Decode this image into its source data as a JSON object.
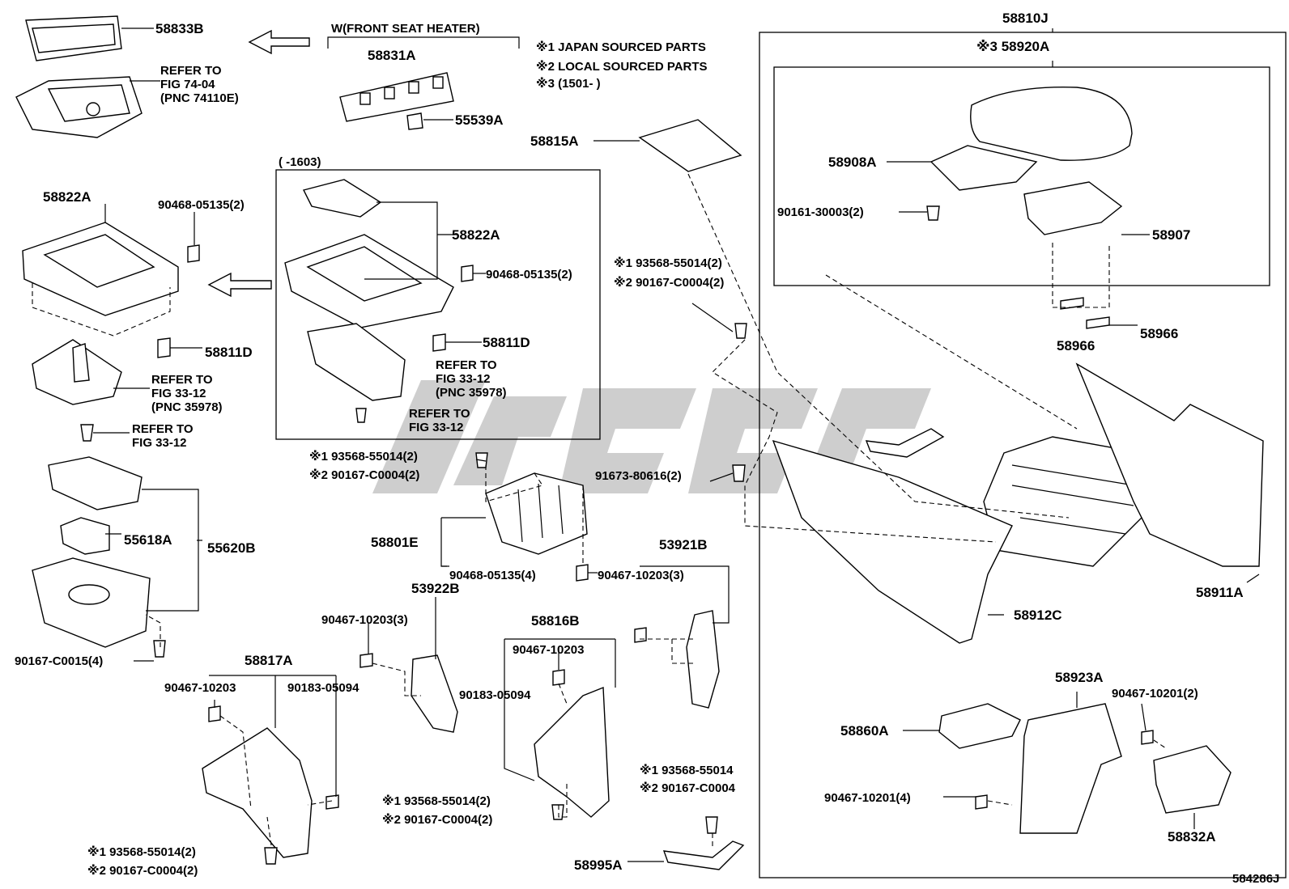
{
  "notes": {
    "line1": "※1 JAPAN SOURCED PARTS",
    "line2": "※2 LOCAL SOURCED PARTS",
    "line3": "※3 (1501-        )"
  },
  "range_label": "(      -1603)",
  "w_label": "W(FRONT SEAT HEATER)",
  "diagram_id": "584286J",
  "labels": {
    "p58833B": "58833B",
    "refer_74_1": "REFER TO",
    "refer_74_2": "FIG 74-04",
    "refer_74_3": "(PNC 74110E)",
    "p58831A": "58831A",
    "p55539A": "55539A",
    "p58810J": "58810J",
    "p58920A": "※3 58920A",
    "p58815A": "58815A",
    "p58908A": "58908A",
    "p90161": "90161-30003(2)",
    "p58907": "58907",
    "p58822A_left": "58822A",
    "p90468_left": "90468-05135(2)",
    "p58822A_box": "58822A",
    "p90468_box": "90468-05135(2)",
    "p58811D_box": "58811D",
    "refer_box_1": "REFER TO",
    "refer_box_2": "FIG 33-12",
    "refer_box_3": "(PNC 35978)",
    "refer_box_4": "REFER TO",
    "refer_box_5": "FIG 33-12",
    "p58811D_left": "58811D",
    "refer_left_1": "REFER TO",
    "refer_left_2": "FIG 33-12",
    "refer_left_3": "(PNC 35978)",
    "refer_left_4": "REFER TO",
    "refer_left_5": "FIG 33-12",
    "p93568_a1": "※1 93568-55014(2)",
    "p90167_a2": "※2 90167-C0004(2)",
    "p58966_a": "58966",
    "p58966_b": "58966",
    "p93568_b1": "※1 93568-55014(2)",
    "p90167_b2": "※2 90167-C0004(2)",
    "p91673": "91673-80616(2)",
    "p58801E": "58801E",
    "p90468_mid": "90468-05135(4)",
    "p90467_mid": "90467-10203(3)",
    "p53921B": "53921B",
    "p55618A": "55618A",
    "p55620B": "55620B",
    "p90167_c15": "90167-C0015(4)",
    "p53922B": "53922B",
    "p90467_left3": "90467-10203(3)",
    "p58817A": "58817A",
    "p90467_817": "90467-10203",
    "p90183_817": "90183-05094",
    "p90183_mid": "90183-05094",
    "p58816B": "58816B",
    "p90467_816": "90467-10203",
    "p58912C": "58912C",
    "p58911A": "58911A",
    "p58923A": "58923A",
    "p90467_10201_2": "90467-10201(2)",
    "p58860A": "58860A",
    "p90467_10201_4": "90467-10201(4)",
    "p58832A": "58832A",
    "p93568_c1": "※1 93568-55014(2)",
    "p90167_c2": "※2 90167-C0004(2)",
    "p93568_d1": "※1 93568-55014",
    "p90167_d2": "※2 90167-C0004",
    "p58995A": "58995A",
    "p93568_e1": "※1 93568-55014(2)",
    "p90167_e2": "※2 90167-C0004(2)"
  }
}
